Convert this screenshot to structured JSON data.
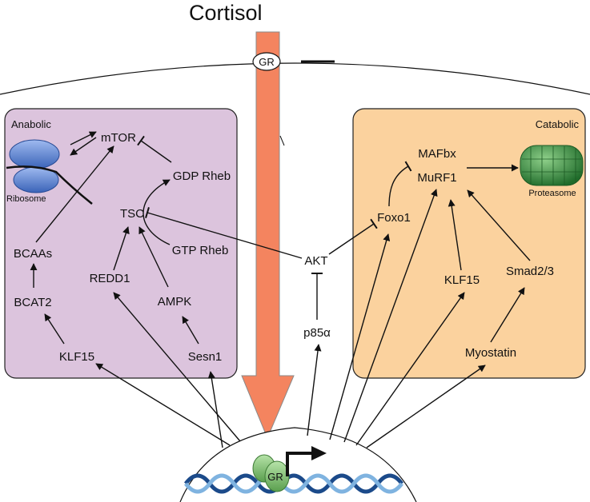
{
  "title": "Cortisol",
  "receptor": "GR",
  "nucleus_receptor": "GR",
  "anabolic": {
    "title": "Anabolic",
    "mtor": "mTOR",
    "ribosome": "Ribosome",
    "gdp_rheb": "GDP Rheb",
    "tsc": "TSC",
    "gtp_rheb": "GTP Rheb",
    "bcaas": "BCAAs",
    "redd1": "REDD1",
    "bcat2": "BCAT2",
    "ampk": "AMPK",
    "klf15": "KLF15",
    "sesn1": "Sesn1"
  },
  "catabolic": {
    "title": "Catabolic",
    "mafbx": "MAFbx",
    "murf1": "MuRF1",
    "proteasome": "Proteasome",
    "foxo1": "Foxo1",
    "klf15": "KLF15",
    "smad": "Smad2/3",
    "myostatin": "Myostatin"
  },
  "center": {
    "akt": "AKT",
    "p85": "p85α"
  },
  "colors": {
    "anabolic_panel": "#dcc4dd",
    "catabolic_panel": "#fbd29e",
    "cortisol_arrow": "#f4845f",
    "ribosome": "#6f93d6",
    "proteasome": "#3f8f46",
    "dna_a": "#1b4a8a",
    "dna_b": "#7fb3e0",
    "gr_green": "#7fbf6f"
  }
}
